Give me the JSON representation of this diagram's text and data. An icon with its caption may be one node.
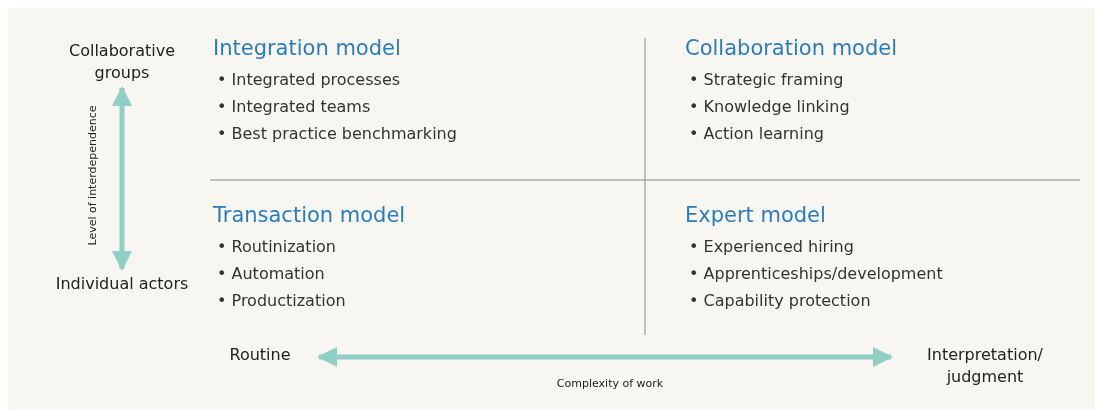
{
  "diagram": {
    "nodes": [
      {
        "text": [
          "Integration model",
          "• Integrated processes",
          "• Integrated teams",
          "• Best practice benchmarking"
        ]
      },
      {
        "text": [
          "Collaboration model",
          "• Strategic framing",
          "• Knowledge linking",
          "• Action learning"
        ]
      },
      {
        "text": [
          "Transaction model",
          "• Routinization",
          "• Automation",
          "• Productization"
        ]
      },
      {
        "text": [
          "Expert model",
          "• Experienced hiring",
          "• Apprenticeships/development",
          "• Capability protection"
        ]
      },
      {
        "text": [
          "Collaborative groups"
        ]
      },
      {
        "text": [
          "Individual actors"
        ]
      },
      {
        "text": [
          "Routine"
        ]
      },
      {
        "text": [
          "Interpretation/ judgment"
        ]
      }
    ],
    "edges": [
      {
        "from": 4,
        "to": 5,
        "arrow": "both",
        "label": "Level of interdependence"
      },
      {
        "from": 6,
        "to": 7,
        "arrow": "both",
        "label": "Complexity of work"
      }
    ]
  }
}
